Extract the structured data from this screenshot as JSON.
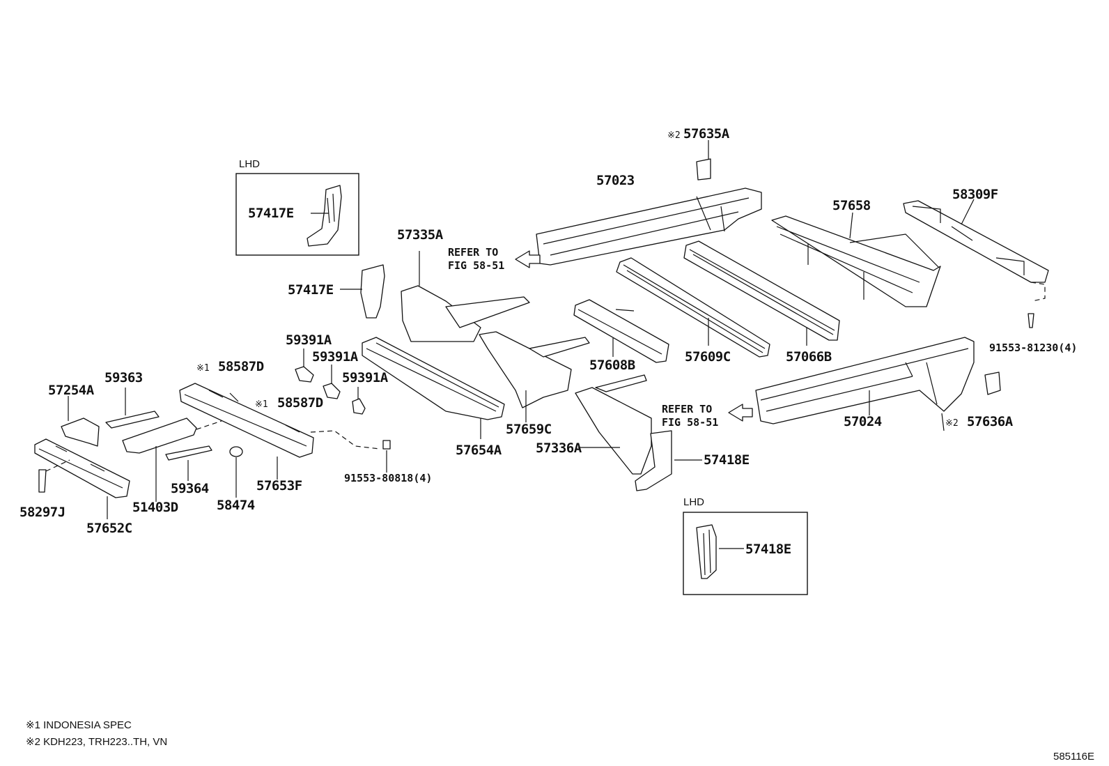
{
  "inset_boxes": {
    "top_left": {
      "title": "LHD",
      "part": "57417E"
    },
    "bottom_right": {
      "title": "LHD",
      "part": "57418E"
    }
  },
  "labels": {
    "p57635A": "57635A",
    "p57635A_mark": "※2",
    "p57023": "57023",
    "p57658": "57658",
    "p58309F": "58309F",
    "p91553_81230": "91553-81230(4)",
    "p57335A": "57335A",
    "refer1_line1": "REFER TO",
    "refer1_line2": "FIG 58-51",
    "p57417E": "57417E",
    "p59391A_1": "59391A",
    "p59391A_2": "59391A",
    "p59391A_3": "59391A",
    "p59363": "59363",
    "p57254A": "57254A",
    "p58587D_1": "58587D",
    "p58587D_1_mark": "※1",
    "p58587D_2": "58587D",
    "p58587D_2_mark": "※1",
    "p57608B": "57608B",
    "p57609C": "57609C",
    "p57066B": "57066B",
    "refer2_line1": "REFER TO",
    "refer2_line2": "FIG 58-51",
    "p57024": "57024",
    "p57636A": "57636A",
    "p57636A_mark": "※2",
    "p57659C": "57659C",
    "p57654A": "57654A",
    "p57336A": "57336A",
    "p57418E": "57418E",
    "p91553_80818": "91553-80818(4)",
    "p58297J": "58297J",
    "p57652C": "57652C",
    "p51403D": "51403D",
    "p59364": "59364",
    "p58474": "58474",
    "p57653F": "57653F"
  },
  "footnotes": {
    "note1": "※1 INDONESIA SPEC",
    "note2": "※2 KDH223, TRH223..TH, VN"
  },
  "figure_code": "585116E"
}
